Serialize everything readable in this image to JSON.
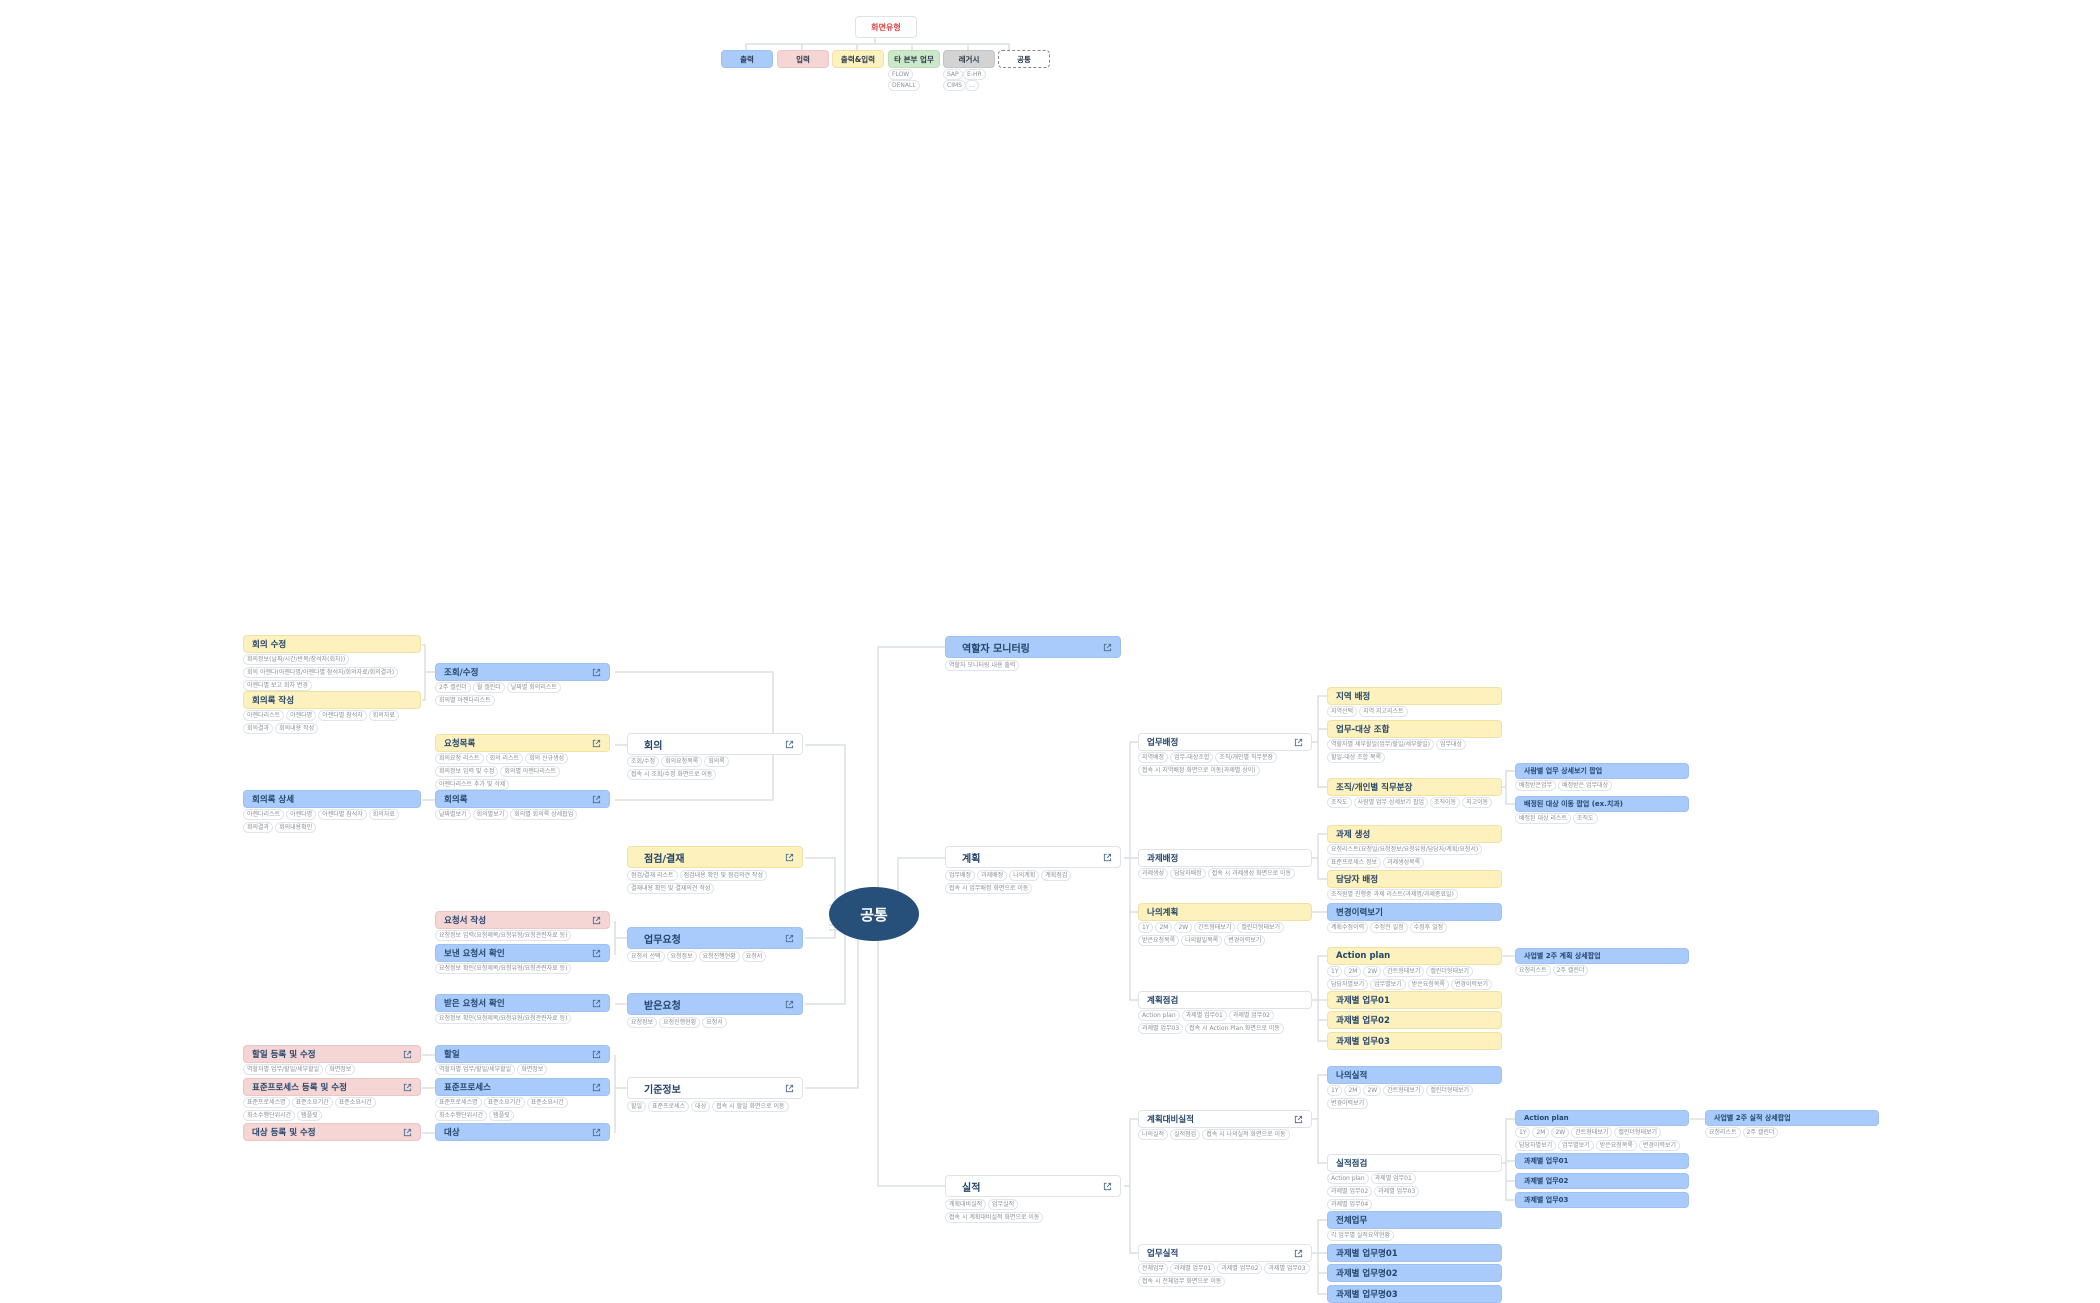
{
  "legend": {
    "title": "화면유형",
    "items": [
      {
        "label": "출력",
        "color": "#a9cbfb"
      },
      {
        "label": "입력",
        "color": "#f6d5d5"
      },
      {
        "label": "출력&입력",
        "color": "#fdf1bd"
      },
      {
        "label": "타 본부 업무",
        "color": "#cbe8c8",
        "subs": [
          "FLOW",
          "DENALL"
        ]
      },
      {
        "label": "레거시",
        "color": "#d3d3d3",
        "subs": [
          "SAP",
          "E-HR",
          "CIMS",
          "..."
        ]
      },
      {
        "label": "공통",
        "color": "#ffffff",
        "style": "dashed"
      }
    ]
  },
  "root": {
    "label": "공통",
    "color": "#264f7a"
  },
  "left": {
    "meeting": {
      "label": "회의",
      "tags": [
        "조회/수정",
        "회의요청목록",
        "회의록",
        "접속 시 조회/수정 화면으로 이동"
      ],
      "children": {
        "view_edit": {
          "label": "조회/수정",
          "tags": [
            "2주 캘린더",
            "월 캘린더",
            "날짜별 회의리스트",
            "회의별 아젠다리스트"
          ],
          "children": {
            "edit": {
              "label": "회의 수정",
              "tags": [
                "회의정보(날짜/시간/반복/참석자(회차))",
                "회의 아젠다(아젠다명/아젠다별 참석자/회의자료/회의결과)",
                "아젠다별 보고 회차 변경"
              ]
            },
            "write": {
              "label": "회의록 작성",
              "tags": [
                "아젠다리스트",
                "아젠다명",
                "아젠다별 참석자",
                "회의자료",
                "회의결과",
                "회의내용 작성"
              ]
            }
          }
        },
        "request_list": {
          "label": "요청목록",
          "tags": [
            "회의요청 리스트",
            "회의 리스트",
            "회의 신규생성",
            "회의정보 입력 및 수정",
            "회의별 아젠다리스트",
            "아젠다리스트 추가 및 삭제"
          ]
        },
        "minutes": {
          "label": "회의록",
          "tags": [
            "날짜별보기",
            "회의별보기",
            "회의별 회의록 상세팝업"
          ],
          "children": {
            "detail": {
              "label": "회의록 상세",
              "tags": [
                "아젠다리스트",
                "아젠다명",
                "아젠다별 참석자",
                "회의자료",
                "회의결과",
                "회의내용확인"
              ]
            }
          }
        }
      }
    },
    "inspect": {
      "label": "점검/결재",
      "tags": [
        "점검/결재 리스트",
        "점검내용 확인 및 점검의견 작성",
        "결재내용 확인 및 결재의견 작성"
      ]
    },
    "work_request": {
      "label": "업무요청",
      "tags": [
        "요청서 선택",
        "요청정보",
        "요청진행현황",
        "요청서"
      ],
      "children": {
        "write": {
          "label": "요청서 작성",
          "tags": [
            "요청정보 입력(요청제목/요청유형/요청관련자료 등)"
          ]
        },
        "sent": {
          "label": "보낸 요청서 확인",
          "tags": [
            "요청정보 확인(요청제목/요청유형/요청관련자료 등)"
          ]
        }
      }
    },
    "received_request": {
      "label": "받은요청",
      "tags": [
        "요청정보",
        "요청진행현황",
        "요청서"
      ],
      "children": {
        "received": {
          "label": "받은 요청서 확인",
          "tags": [
            "요청정보 확인(요청제목/요청유형/요청관련자료 등)"
          ]
        }
      }
    },
    "base_info": {
      "label": "기준정보",
      "tags": [
        "할일",
        "표준프로세스",
        "대상",
        "접속 시 할일 화면으로 이동"
      ],
      "children": {
        "todo": {
          "label": "할일",
          "tags": [
            "역할자별 업무/할일/세부할일",
            "화면정보"
          ],
          "children": {
            "reg": {
              "label": "할일 등록 및 수정",
              "tags": [
                "역할자별 업무/할일/세부할일",
                "화면정보"
              ]
            }
          }
        },
        "process": {
          "label": "표준프로세스",
          "tags": [
            "표준프로세스명",
            "표준소요기간",
            "표준소요시간",
            "최소수행단위시간",
            "템플릿"
          ],
          "children": {
            "reg": {
              "label": "표준프로세스 등록 및 수정",
              "tags": [
                "표준프로세스명",
                "표준소요기간",
                "표준소요시간",
                "최소수행단위시간",
                "템플릿"
              ]
            }
          }
        },
        "target": {
          "label": "대상",
          "children": {
            "reg": {
              "label": "대상 등록 및 수정"
            }
          }
        }
      }
    }
  },
  "right": {
    "monitoring": {
      "label": "역할자 모니터링",
      "tags": [
        "역할자 모니터링 내용 출력"
      ]
    },
    "plan": {
      "label": "계획",
      "tags": [
        "업무배정",
        "과제배정",
        "나의계획",
        "계획점검",
        "접속 시 업무배정 화면으로 이동"
      ],
      "children": {
        "assign_work": {
          "label": "업무배정",
          "tags": [
            "지역배정",
            "업무-대상조합",
            "조직/개인별 직무분장",
            "접속 시 지역배정 화면으로 이동(과제별 상이)"
          ],
          "children": {
            "region": {
              "label": "지역 배정",
              "tags": [
                "지역선택",
                "지역 지고리스트"
              ]
            },
            "combo": {
              "label": "업무-대상 조합",
              "tags": [
                "역할자별 세부할일(업무/할일/세부할일)",
                "업무대상",
                "할일-대상 조합 목록"
              ]
            },
            "duty": {
              "label": "조직/개인별 직무분장",
              "tags": [
                "조직도",
                "사람별 업무 상세보기 팝업",
                "조직이동",
                "지고이동"
              ],
              "children": {
                "popup1": {
                  "label": "사람별 업무 상세보기 팝업",
                  "tags": [
                    "배정받은업무",
                    "배정받은 업무대상"
                  ]
                },
                "popup2": {
                  "label": "배정된 대상 이동 팝업 (ex.치과)",
                  "tags": [
                    "배정된 대상 리스트",
                    "조직도"
                  ]
                }
              }
            }
          }
        },
        "assign_task": {
          "label": "과제배정",
          "tags": [
            "과제생성",
            "담당자배정",
            "접속 시 과제생성 화면으로 이동"
          ],
          "children": {
            "create": {
              "label": "과제 생성",
              "tags": [
                "요청리스트(요청일/요청정보/요청유형/담당자/계획/요청서)",
                "표준프로세스 정보",
                "과제생성목록"
              ]
            },
            "owner": {
              "label": "담당자 배정",
              "tags": [
                "조직원별 진행중 과제 리스트(과제명/과제종료일)"
              ]
            }
          }
        },
        "my_plan": {
          "label": "나의계획",
          "tags": [
            "1Y",
            "2M",
            "2W",
            "간트형태보기",
            "캘린더형태보기",
            "받은요청목록",
            "나의할일목록",
            "변경이력보기"
          ],
          "children": {
            "history": {
              "label": "변경이력보기",
              "tags": [
                "계획수정이력",
                "수정전 일정",
                "수정후 일정"
              ]
            }
          }
        },
        "check": {
          "label": "계획점검",
          "tags": [
            "Action plan",
            "과제별 업무01",
            "과제별 업무02",
            "과제별 업무03",
            "접속 시 Action Plan 화면으로 이동"
          ],
          "children": {
            "action": {
              "label": "Action plan",
              "tags": [
                "1Y",
                "2M",
                "2W",
                "간트형태보기",
                "캘린더형태보기",
                "담당자별보기",
                "업무별보기",
                "받은요청목록",
                "변경이력보기"
              ],
              "children": {
                "popup": {
                  "label": "사업별 2주 계획 상세팝업",
                  "tags": [
                    "요청리스트",
                    "2주 캘린더"
                  ]
                }
              }
            },
            "t1": {
              "label": "과제별 업무01"
            },
            "t2": {
              "label": "과제별 업무02"
            },
            "t3": {
              "label": "과제별 업무03"
            }
          }
        }
      }
    },
    "result": {
      "label": "실적",
      "tags": [
        "계획대비실적",
        "업무실적",
        "접속 시 계획대비실적 화면으로 이동"
      ],
      "children": {
        "vs_plan": {
          "label": "계획대비실적",
          "tags": [
            "나의실적",
            "실적점검",
            "접속 시 나의실적 화면으로 이동"
          ],
          "children": {
            "my_result": {
              "label": "나의실적",
              "tags": [
                "1Y",
                "2M",
                "2W",
                "간트형태보기",
                "캘린더형태보기",
                "변경이력보기"
              ]
            },
            "check": {
              "label": "실적점검",
              "tags": [
                "Action plan",
                "과제별 업무01",
                "과제별 업무02",
                "과제별 업무03",
                "과제별 업무04",
                "접속 시 Action Plan 화면으로 이동"
              ],
              "children": {
                "action": {
                  "label": "Action plan",
                  "tags": [
                    "1Y",
                    "2M",
                    "2W",
                    "간트형태보기",
                    "캘린더형태보기",
                    "담당자별보기",
                    "업무별보기",
                    "받은요청목록",
                    "변경이력보기"
                  ],
                  "children": {
                    "popup": {
                      "label": "사업별 2주 실적 상세팝업",
                      "tags": [
                        "요청리스트",
                        "2주 캘린더"
                      ]
                    }
                  }
                },
                "t1": {
                  "label": "과제별 업무01"
                },
                "t2": {
                  "label": "과제별 업무02"
                },
                "t3": {
                  "label": "과제별 업무03"
                }
              }
            }
          }
        },
        "work_result": {
          "label": "업무실적",
          "tags": [
            "전체업무",
            "과제별 업무01",
            "과제별 업무02",
            "과제별 업무03",
            "접속 시 전체업무 화면으로 이동"
          ],
          "children": {
            "all": {
              "label": "전체업무",
              "tags": [
                "각 업무별 실적요약현황"
              ]
            },
            "w1": {
              "label": "과제별 업무명01"
            },
            "w2": {
              "label": "과제별 업무명02"
            },
            "w3": {
              "label": "과제별 업무명03"
            }
          }
        }
      }
    }
  }
}
